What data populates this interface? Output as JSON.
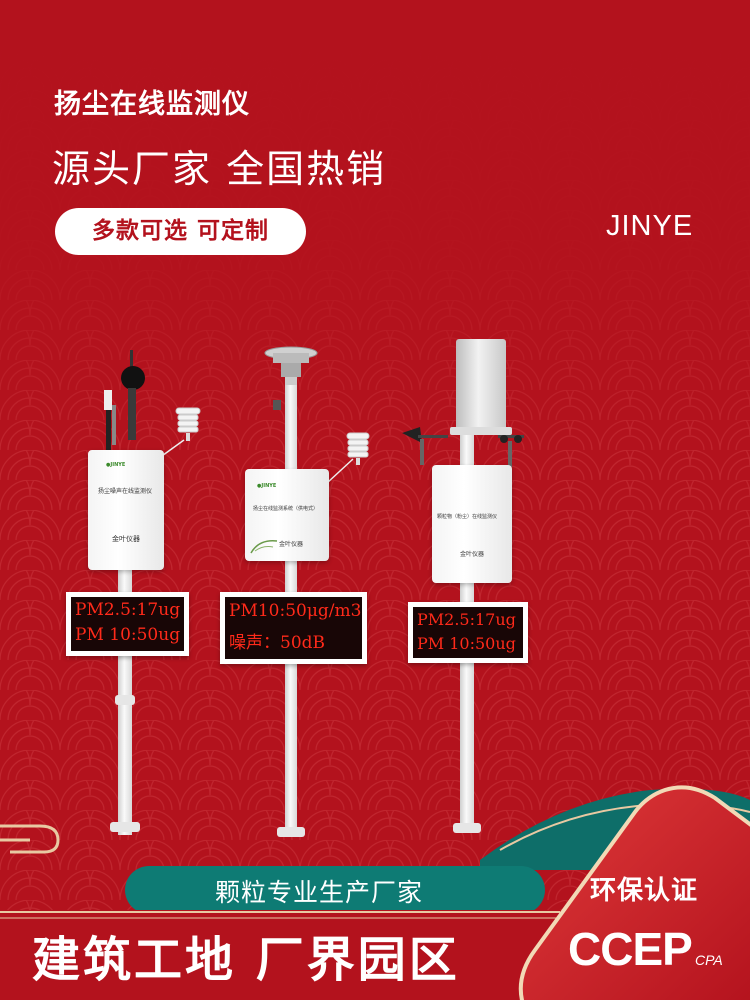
{
  "header": {
    "title": "扬尘在线监测仪",
    "slogan": "源头厂家  全国热销",
    "pill_label": "多款可选 可定制",
    "brand": "JINYE"
  },
  "devices": [
    {
      "box_title": "扬尘噪声在线监测仪",
      "box_brand": "金叶仪器",
      "led_line1": "PM2.5:17ug",
      "led_line2": "PM 10:50ug"
    },
    {
      "box_title": "扬尘在线监测系统（供电式）",
      "box_brand": "金叶仪器",
      "led_line1": "PM10:50μg/m3",
      "led_line2": "噪声：50dB"
    },
    {
      "box_title": "颗粒物（粉尘）在线监测仪",
      "box_brand": "金叶仪器",
      "led_line1": "PM2.5:17ug",
      "led_line2": "PM 10:50ug"
    }
  ],
  "footer": {
    "teal_label": "颗粒专业生产厂家",
    "scenes": "建筑工地  厂界园区",
    "cert_label": "环保认证",
    "cert_logo": "CCEP",
    "cert_sub": "CPA"
  },
  "colors": {
    "background": "#b3121d",
    "teal": "#0e7b74",
    "led_text": "#ff2a1a"
  }
}
